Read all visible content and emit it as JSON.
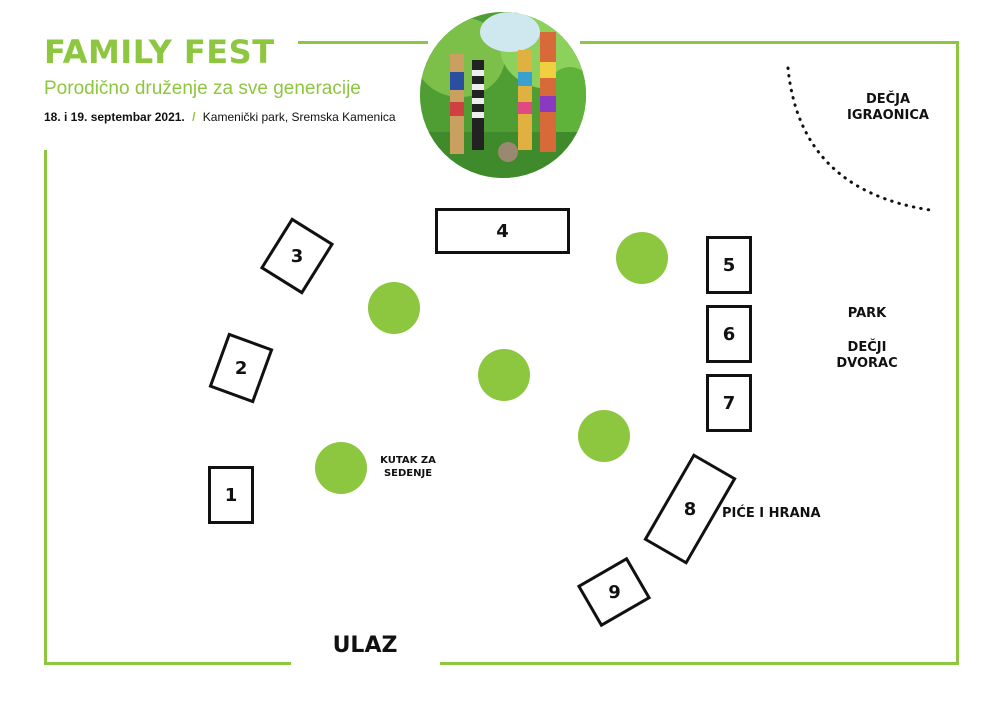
{
  "header": {
    "title": "FAMILY FEST",
    "subtitle": "Porodično druženje za sve generacije",
    "date": "18. i 19. septembar 2021.",
    "separator": "/",
    "location": "Kamenički park, Sremska Kamenica"
  },
  "stalls": [
    "1",
    "2",
    "3",
    "4",
    "5",
    "6",
    "7",
    "8",
    "9"
  ],
  "labels": {
    "kids_playroom_line1": "DEČJA",
    "kids_playroom_line2": "IGRAONICA",
    "park": "PARK",
    "castle_line1": "DEČJI",
    "castle_line2": "DVORAC",
    "seating_line1": "KUTAK ZA",
    "seating_line2": "SEDENJE",
    "food_drinks": "PIĆE I HRANA",
    "entrance": "ULAZ"
  },
  "colors": {
    "accent": "#8dc63f",
    "ink": "#111111"
  },
  "icons": {
    "seating_marker": "green-circle",
    "playground_boundary": "dotted-arc"
  }
}
